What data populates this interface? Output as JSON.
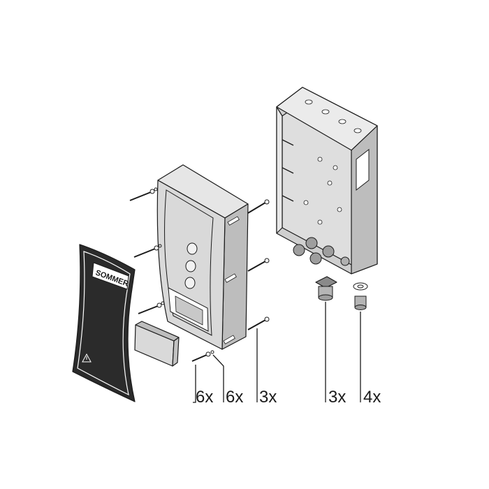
{
  "cover_label": {
    "brand": "SOMMER"
  },
  "callouts": [
    {
      "id": "screws-front",
      "label": "6x"
    },
    {
      "id": "washers",
      "label": "6x"
    },
    {
      "id": "screws-side",
      "label": "3x"
    },
    {
      "id": "cable-glands-large",
      "label": "3x"
    },
    {
      "id": "cable-glands-small",
      "label": "4x"
    }
  ],
  "colors": {
    "line": "#1a1a1a",
    "housing": "#d9d9d9",
    "housing_shadow": "#bdbdbd",
    "cover_dark": "#2b2b2b",
    "paper": "#ffffff"
  },
  "icons": {
    "warning": "warning-triangle-icon"
  }
}
